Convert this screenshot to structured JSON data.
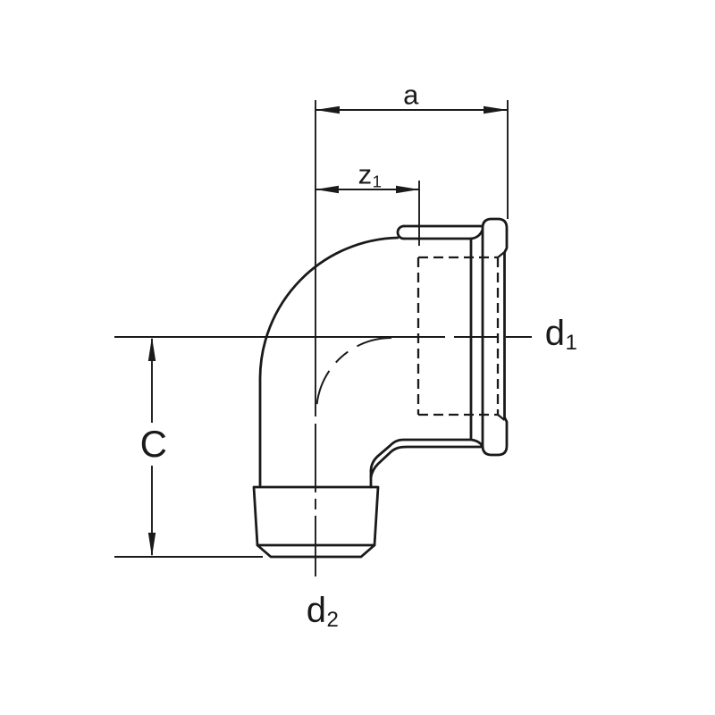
{
  "drawing": {
    "subject": "90-degree elbow pipe fitting technical drawing, female threaded socket on right, male threaded end at bottom",
    "labels": {
      "a": {
        "text": "a",
        "sub": ""
      },
      "z1": {
        "text": "z",
        "sub": "1"
      },
      "C": {
        "text": "C",
        "sub": ""
      },
      "d1": {
        "text": "d",
        "sub": "1"
      },
      "d2": {
        "text": "d",
        "sub": "2"
      }
    },
    "colors": {
      "line": "#1a1a1a",
      "background": "#ffffff"
    }
  }
}
